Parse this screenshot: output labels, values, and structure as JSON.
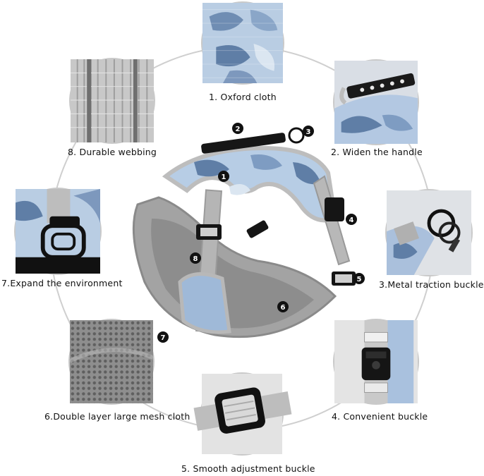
{
  "features": [
    {
      "id": "1",
      "label": "1. Oxford cloth",
      "icon": "oxford-cloth-closeup"
    },
    {
      "id": "2",
      "label": "2. Widen the handle",
      "icon": "handle-closeup"
    },
    {
      "id": "3",
      "label": "3.Metal traction buckle",
      "icon": "metal-buckle-closeup"
    },
    {
      "id": "4",
      "label": "4. Convenient buckle",
      "icon": "plastic-buckle-closeup"
    },
    {
      "id": "5",
      "label": "5. Smooth adjustment buckle",
      "icon": "adjustment-buckle-closeup"
    },
    {
      "id": "6",
      "label": "6.Double layer large mesh cloth",
      "icon": "mesh-cloth-closeup"
    },
    {
      "id": "7",
      "label": "7.Expand the environment",
      "icon": "d-ring-closeup"
    },
    {
      "id": "8",
      "label": "8. Durable webbing",
      "icon": "webbing-closeup"
    }
  ],
  "markers": [
    "1",
    "2",
    "3",
    "4",
    "5",
    "6",
    "7",
    "8"
  ],
  "colors": {
    "camo_light": "#b9cfe6",
    "camo_dark": "#5f7ea6",
    "grey": "#a9a9a9",
    "ring": "#cfcfcf"
  }
}
